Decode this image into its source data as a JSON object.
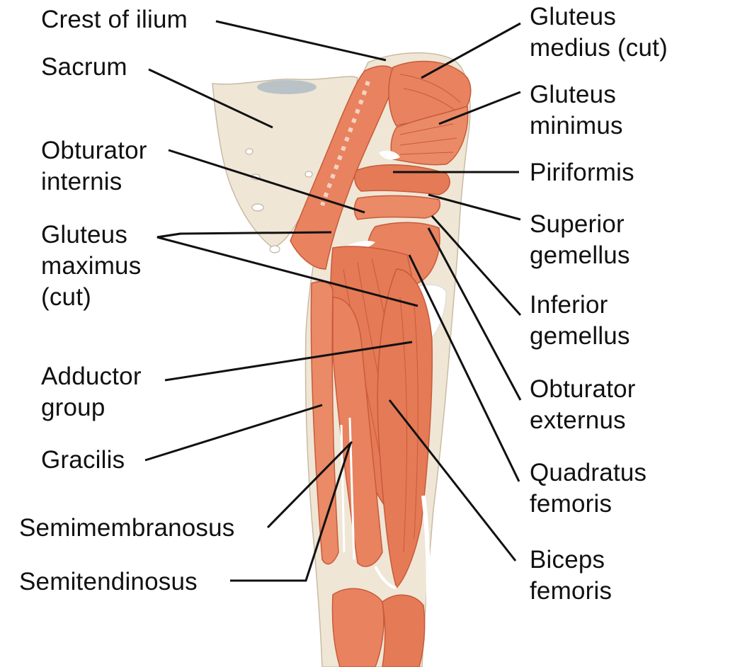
{
  "colors": {
    "muscle": "#e8825f",
    "muscle_dark": "#c95a3a",
    "muscle_light": "#f3a685",
    "bone": "#efe6d6",
    "bone_edge": "#c9bba4",
    "tendon": "#ffffff",
    "leader_line": "#111111",
    "text": "#111111"
  },
  "labels": {
    "crest_of_ilium": [
      "Crest of ilium"
    ],
    "sacrum": [
      "Sacrum"
    ],
    "obturator_internis": [
      "Obturator",
      "internis"
    ],
    "gluteus_maximus": [
      "Gluteus",
      "maximus",
      "(cut)"
    ],
    "adductor_group": [
      "Adductor",
      "group"
    ],
    "gracilis": [
      "Gracilis"
    ],
    "semimembranosus": [
      "Semimembranosus"
    ],
    "semitendinosus": [
      "Semitendinosus"
    ],
    "gluteus_medius": [
      "Gluteus",
      "medius (cut)"
    ],
    "gluteus_minimus": [
      "Gluteus",
      "minimus"
    ],
    "piriformis": [
      "Piriformis"
    ],
    "superior_gemellus": [
      "Superior",
      "gemellus"
    ],
    "inferior_gemellus": [
      "Inferior",
      "gemellus"
    ],
    "obturator_externus": [
      "Obturator",
      "externus"
    ],
    "quadratus_femoris": [
      "Quadratus",
      "femoris"
    ],
    "biceps_femoris": [
      "Biceps",
      "femoris"
    ]
  }
}
